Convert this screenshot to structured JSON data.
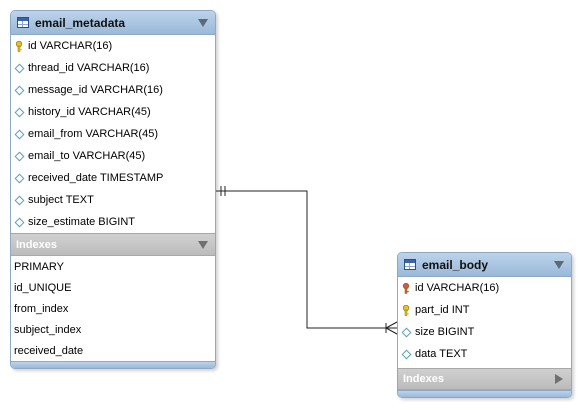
{
  "tables": {
    "email_metadata": {
      "title": "email_metadata",
      "columns": [
        {
          "text": "id VARCHAR(16)",
          "icon": "primary-key-icon"
        },
        {
          "text": "thread_id VARCHAR(16)",
          "icon": "column-diamond-icon"
        },
        {
          "text": "message_id VARCHAR(16)",
          "icon": "column-diamond-icon"
        },
        {
          "text": "history_id VARCHAR(45)",
          "icon": "column-diamond-icon"
        },
        {
          "text": "email_from VARCHAR(45)",
          "icon": "column-diamond-icon"
        },
        {
          "text": "email_to VARCHAR(45)",
          "icon": "column-diamond-icon"
        },
        {
          "text": "received_date TIMESTAMP",
          "icon": "column-diamond-icon"
        },
        {
          "text": "subject TEXT",
          "icon": "column-diamond-icon"
        },
        {
          "text": "size_estimate BIGINT",
          "icon": "column-diamond-icon"
        }
      ],
      "indexes_label": "Indexes",
      "indexes": [
        "PRIMARY",
        "id_UNIQUE",
        "from_index",
        "subject_index",
        "received_date"
      ]
    },
    "email_body": {
      "title": "email_body",
      "columns": [
        {
          "text": "id VARCHAR(16)",
          "icon": "foreign-key-icon"
        },
        {
          "text": "part_id INT",
          "icon": "primary-key-icon"
        },
        {
          "text": "size BIGINT",
          "icon": "column-diamond-icon"
        },
        {
          "text": "data TEXT",
          "icon": "column-diamond-icon"
        }
      ],
      "indexes_label": "Indexes"
    }
  },
  "relationship": {
    "from": "email_metadata",
    "to": "email_body",
    "from_cardinality": "one",
    "to_cardinality": "many"
  },
  "colors": {
    "header": "#9ab9d9",
    "border": "#8fa9c4",
    "indexes_header": "#c4c4c4",
    "primary_key": "#e8c220",
    "foreign_key": "#d9534f"
  }
}
